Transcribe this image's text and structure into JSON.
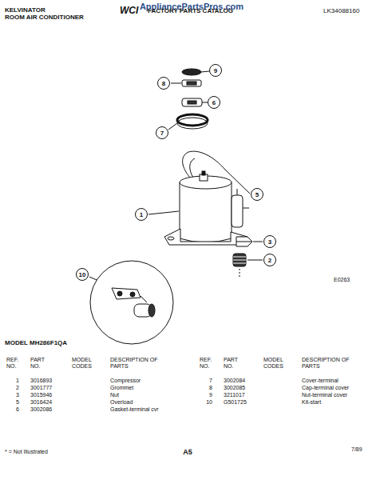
{
  "diagram": {
    "nodes": [
      {
        "text": [
          "9"
        ]
      },
      {
        "text": [
          "8"
        ]
      },
      {
        "text": [
          "6"
        ]
      },
      {
        "text": [
          "7"
        ]
      },
      {
        "text": [
          "5"
        ]
      },
      {
        "text": [
          "1"
        ]
      },
      {
        "text": [
          "3"
        ]
      },
      {
        "text": [
          "2"
        ]
      },
      {
        "text": [
          "10"
        ]
      }
    ],
    "labels": [
      "AppliancePartsPros.com",
      "KELVINATOR",
      "ROOM AIR CONDITIONER",
      "WCI",
      "FACTORY PARTS CATALOG",
      "LK34088160",
      "E0263",
      "MODEL MH286F1QA",
      "REF. NO.",
      "PART NO.",
      "MODEL CODES",
      "DESCRIPTION OF PARTS",
      "REF. NO.",
      "PART NO.",
      "MODEL CODES",
      "DESCRIPTION OF PARTS",
      "1",
      "3016893",
      "Compressor",
      "2",
      "3001777",
      "Grommet",
      "3",
      "3015946",
      "Nut",
      "5",
      "3016424",
      "Overload",
      "6",
      "3002086",
      "Gasket-terminal cvr",
      "7",
      "3002084",
      "Cover-terminal",
      "8",
      "3002085",
      "Cap-terminal cover",
      "9",
      "3211017",
      "Nut-terminal cover",
      "10",
      "G501725",
      "Kit-start",
      "* = Not Illustrated",
      "A5",
      "7/89"
    ]
  }
}
